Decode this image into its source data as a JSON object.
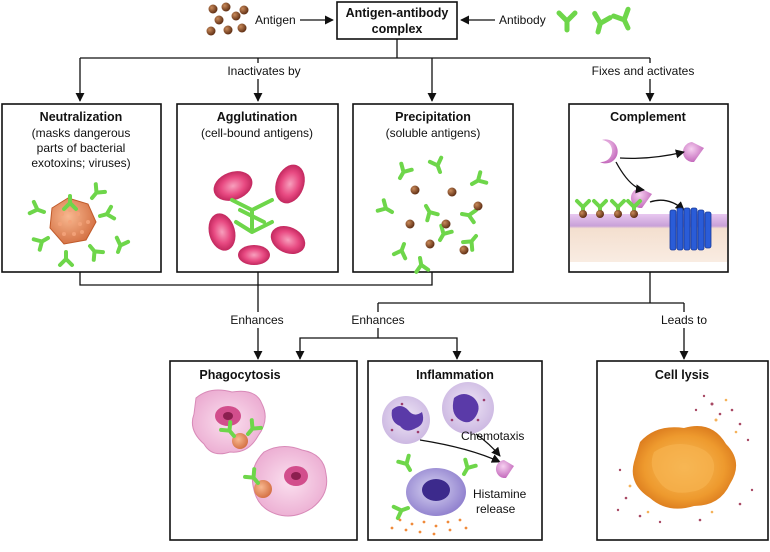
{
  "top": {
    "antigen_label": "Antigen",
    "antibody_label": "Antibody",
    "complex_line1": "Antigen-antibody",
    "complex_line2": "complex"
  },
  "branches": {
    "inactivates_by": "Inactivates by",
    "fixes_and_activates": "Fixes and activates",
    "enhances_left": "Enhances",
    "enhances_mid": "Enhances",
    "leads_to": "Leads to"
  },
  "boxes": {
    "neutralization": {
      "title": "Neutralization",
      "line1": "(masks dangerous",
      "line2": "parts of bacterial",
      "line3": "exotoxins; viruses)"
    },
    "agglutination": {
      "title": "Agglutination",
      "line1": "(cell-bound antigens)"
    },
    "precipitation": {
      "title": "Precipitation",
      "line1": "(soluble antigens)"
    },
    "complement": {
      "title": "Complement"
    },
    "phagocytosis": {
      "title": "Phagocytosis"
    },
    "inflammation": {
      "title": "Inflammation",
      "chemotaxis": "Chemotaxis",
      "histamine1": "Histamine",
      "histamine2": "release"
    },
    "cell_lysis": {
      "title": "Cell lysis"
    }
  },
  "colors": {
    "antibody": "#6ed64a",
    "antigen": "#8a4a24",
    "rbc": "#e8407a",
    "complement_protein": "#e48bd8",
    "membrane_channel": "#2a5cd8",
    "lysis_cell": "#f0a030"
  }
}
